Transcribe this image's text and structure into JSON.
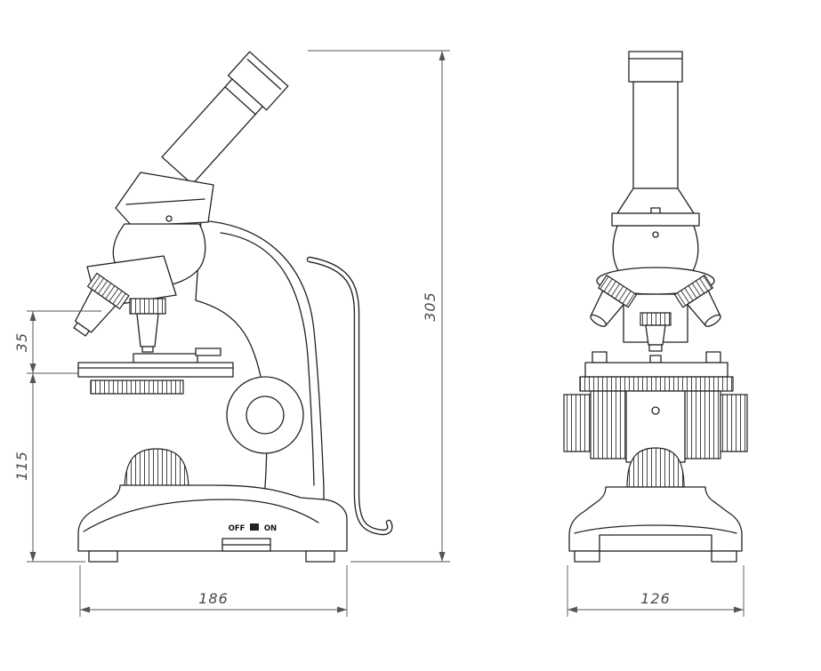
{
  "drawing": {
    "subject": "microscope two-view technical drawing",
    "dimensions": {
      "overall_height": "305",
      "objective_to_stage": "35",
      "stage_to_base": "115",
      "side_base_width": "186",
      "front_base_width": "126"
    },
    "switch": {
      "off_label": "OFF",
      "on_label": "ON"
    },
    "colors": {
      "line": "#222222",
      "dimension": "#555555",
      "background": "#ffffff"
    }
  }
}
